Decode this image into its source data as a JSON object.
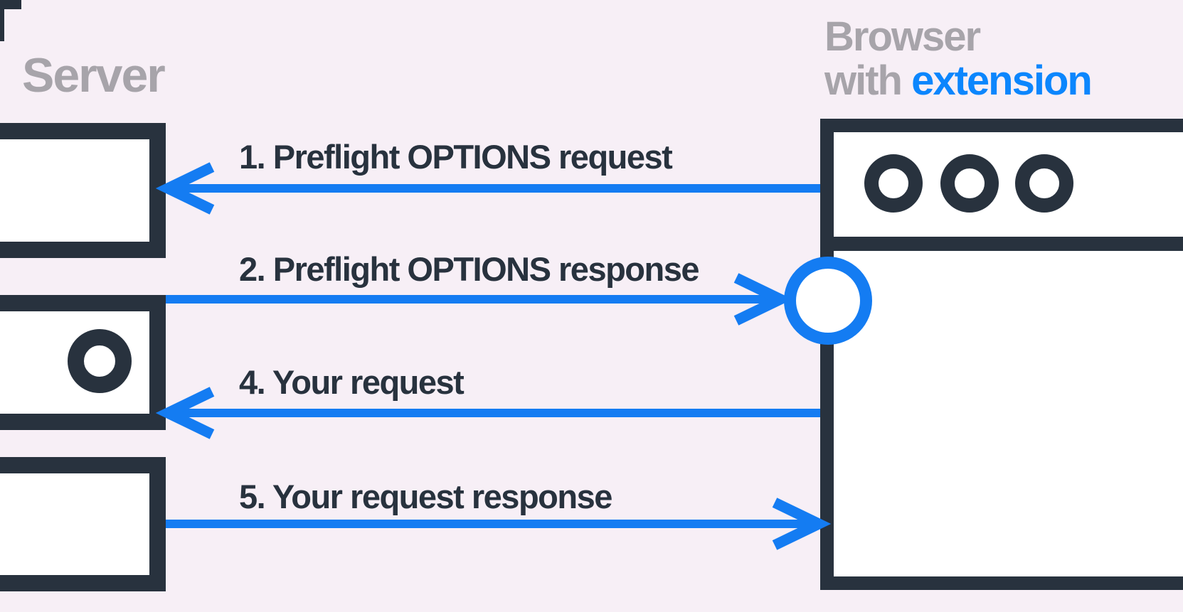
{
  "palette": {
    "background": "#f7eff6",
    "ink_dark": "#28323e",
    "muted_gray": "#a7a4aa",
    "arrow_blue": "#147cf2",
    "extension_blue": "#0c86fd",
    "surface_white": "#ffffff"
  },
  "server": {
    "heading": "Server",
    "indicator_icon": "circle-icon",
    "box_count": 3
  },
  "browser": {
    "heading_line1": "Browser",
    "heading_line2_prefix": "with ",
    "heading_line2_highlight": "extension",
    "toolbar_button_icons": [
      "circle-icon",
      "circle-icon",
      "circle-icon"
    ],
    "extension_indicator_icon": "circle-icon"
  },
  "flows": [
    {
      "step": "1",
      "label": "1. Preflight OPTIONS request",
      "direction": "browser-to-server"
    },
    {
      "step": "2",
      "label": "2. Preflight OPTIONS response",
      "direction": "server-to-browser"
    },
    {
      "step": "4",
      "label": "4. Your request",
      "direction": "browser-to-server"
    },
    {
      "step": "5",
      "label": "5. Your request response",
      "direction": "server-to-browser"
    }
  ]
}
